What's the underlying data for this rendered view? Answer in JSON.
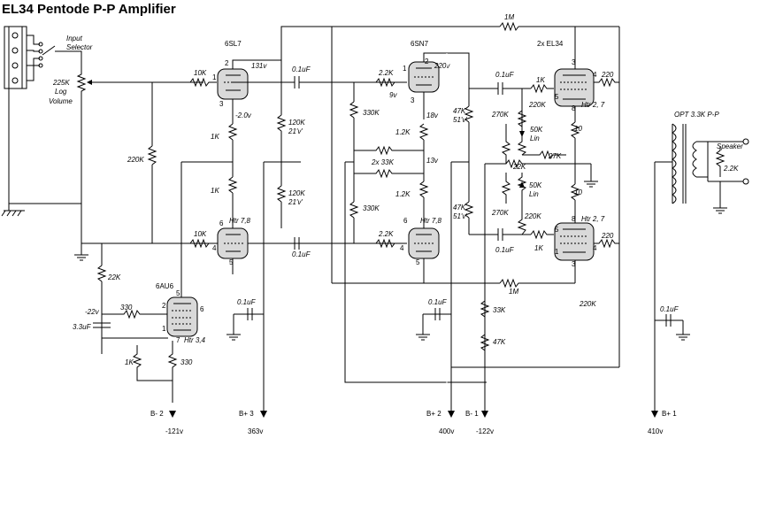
{
  "title": "EL34 Pentode P-P Amplifier",
  "tubes": {
    "v1": "6SL7",
    "v2": "6SN7",
    "v3": "2x EL34",
    "v4": "6AU6"
  },
  "labels": {
    "input_selector": "Input\nSelector",
    "volume": "225K\nLog\nVolume",
    "r_10k_a": "10K",
    "r_10k_b": "10K",
    "r_220k": "220K",
    "r_22k": "22K",
    "v_131": "131v",
    "v_neg2": "-2.0v",
    "r_1k_a": "1K",
    "r_1k_b": "1K",
    "htr78_a": "Htr 7,8",
    "r_120k_a": "120K",
    "v_21a": "21'v'",
    "r_120k_b": "120K",
    "v_21b": "21'v'",
    "c_01_a": "0.1uF",
    "c_01_b": "0.1uF",
    "r_2_2k_a": "2.2K",
    "v_220": "220v",
    "v_9": "9v",
    "r_330k_a": "330K",
    "v_18": "18v",
    "r_1_2k_a": "1.2K",
    "r_2x33k": "2x 33K",
    "v_13": "13v",
    "r_1_2k_b": "1.2K",
    "r_330k_b": "330K",
    "r_2_2k_b": "2.2K",
    "htr78_b": "Htr 7,8",
    "r_47k_a": "47K",
    "v_51a": "51'v'",
    "r_47k_b": "47K",
    "v_51b": "51'v'",
    "c_01_c": "0.1uF",
    "c_01_d": "0.1uF",
    "r_1k_c": "1K",
    "r_1k_d": "1K",
    "r_270k_a": "270K",
    "r_220k_b": "220K",
    "r_50k_a": "50K",
    "lin_a": "Lin",
    "r_22k_b": "22K",
    "r_27k": "27K",
    "r_50k_b": "50K",
    "lin_b": "Lin",
    "r_270k_b": "270K",
    "r_220k_c": "220K",
    "r_1m_top": "1M",
    "r_1m_bot": "1M",
    "r_220_a": "220",
    "r_220_b": "220",
    "htr27_a": "Htr 2, 7",
    "htr27_b": "Htr 2, 7",
    "r_10_a": "10",
    "r_10_b": "10",
    "opt": "OPT 3.3K P-P",
    "speaker": "Speaker",
    "r_2_2k_spk": "2.2K",
    "r_220k_fb": "220K",
    "v_neg22": "-22v",
    "r_330_a": "330",
    "c_3_3": "3.3uF",
    "r_330_b": "330",
    "r_1k_e": "1K",
    "htr34": "Htr 3,4",
    "c_01_e": "0.1uF",
    "c_01_f": "0.1uF",
    "c_01_g": "0.1uF",
    "r_33k": "33K",
    "r_47k_c": "47K",
    "pin_1a": "1",
    "pin_2a": "2",
    "pin_3a": "3",
    "pin_4a": "4",
    "pin_5a": "5",
    "pin_6a": "6",
    "pin_1b": "1",
    "pin_2b": "2",
    "pin_3b": "3",
    "pin_4b": "4",
    "pin_5b": "5",
    "pin_6b": "6",
    "pin_3c": "3",
    "pin_4c": "4",
    "pin_5c": "5",
    "pin_8c": "8",
    "pin_1c": "1",
    "pin_3d": "3",
    "pin_4d": "4",
    "pin_5d": "5",
    "pin_8d": "8",
    "pin_1d": "1",
    "pin_5e": "5",
    "pin_6e": "6",
    "pin_2e": "2",
    "pin_1e": "1",
    "pin_7e": "7"
  },
  "supplies": [
    {
      "name": "B- 2",
      "voltage": "-121v"
    },
    {
      "name": "B+ 3",
      "voltage": "363v"
    },
    {
      "name": "B+ 2",
      "voltage": "400v"
    },
    {
      "name": "B- 1",
      "voltage": "-122v"
    },
    {
      "name": "B+ 1",
      "voltage": "410v"
    }
  ]
}
